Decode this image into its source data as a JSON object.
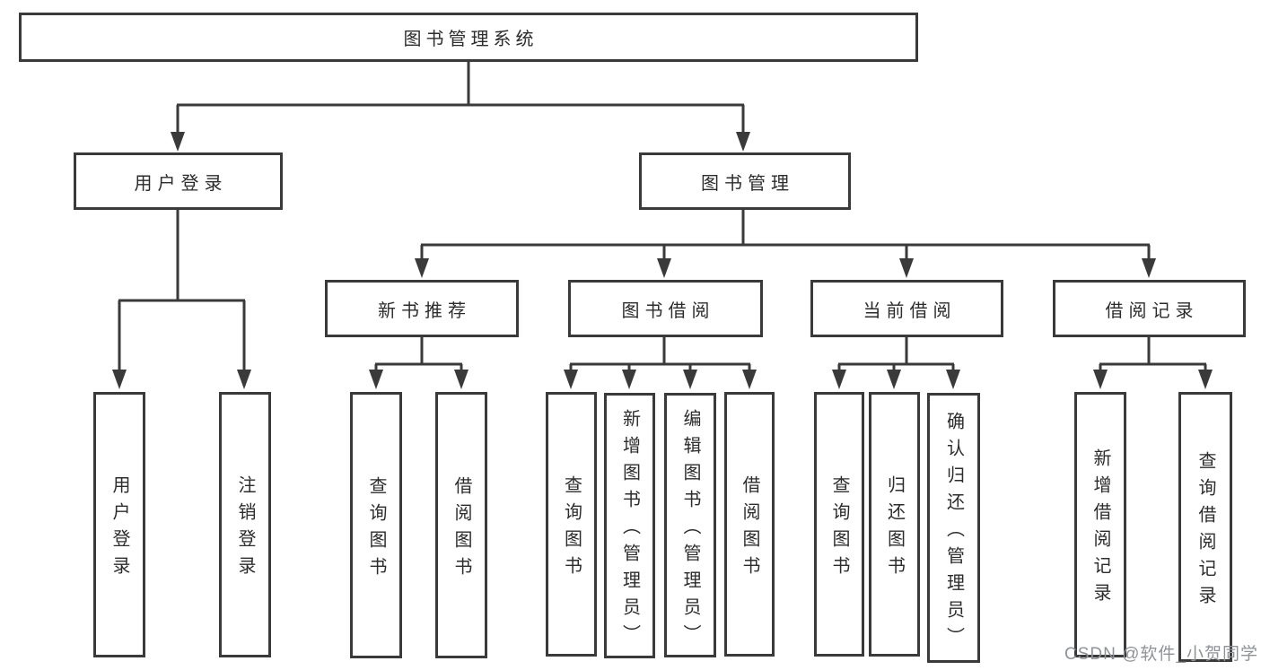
{
  "diagram": {
    "watermark": "CSDN @软件_小贺同学",
    "colors": {
      "line": "#3a3a3a",
      "box_border": "#3a3a3a",
      "box_background": "#ffffff",
      "text": "#2c2c2c",
      "watermark": "#8f9296",
      "background": "#ffffff"
    },
    "tree": {
      "label": "图书管理系统",
      "children": [
        {
          "label": "用户登录",
          "children": [
            {
              "label": "用户登录"
            },
            {
              "label": "注销登录"
            }
          ]
        },
        {
          "label": "图书管理",
          "children": [
            {
              "label": "新书推荐",
              "children": [
                {
                  "label": "查询图书"
                },
                {
                  "label": "借阅图书"
                }
              ]
            },
            {
              "label": "图书借阅",
              "children": [
                {
                  "label": "查询图书"
                },
                {
                  "label": "新增图书（管理员）"
                },
                {
                  "label": "编辑图书（管理员）"
                },
                {
                  "label": "借阅图书"
                }
              ]
            },
            {
              "label": "当前借阅",
              "children": [
                {
                  "label": "查询图书"
                },
                {
                  "label": "归还图书"
                },
                {
                  "label": "确认归还（管理员）"
                }
              ]
            },
            {
              "label": "借阅记录",
              "children": [
                {
                  "label": "新增借阅记录"
                },
                {
                  "label": "查询借阅记录"
                }
              ]
            }
          ]
        }
      ]
    }
  }
}
